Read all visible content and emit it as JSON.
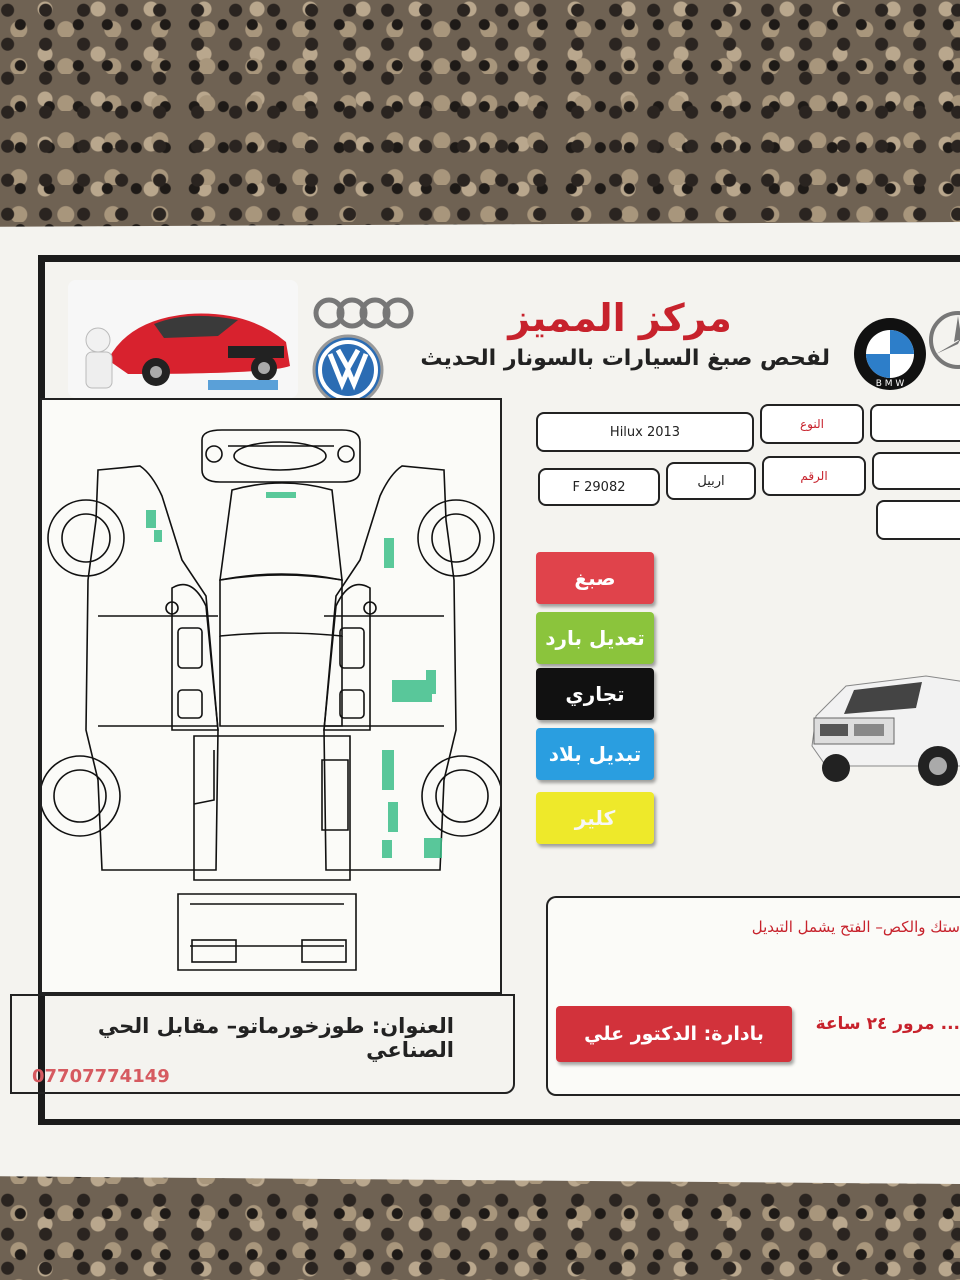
{
  "header": {
    "shop_name": "مركز المميز",
    "tagline": "لفحص صبغ السيارات بالسونار الحديث"
  },
  "fields": {
    "type_label": "النوع",
    "type_value": "Hilux 2013",
    "number_label": "الرقم",
    "plate_value": "F 29082",
    "city_value": "اربيل"
  },
  "legend": [
    {
      "label": "صبغ",
      "color": "#e0434b"
    },
    {
      "label": "تعديل بارد",
      "color": "#8bc43c"
    },
    {
      "label": "تجاري",
      "color": "#111111"
    },
    {
      "label": "تبديل بلاد",
      "color": "#2a9ee0"
    },
    {
      "label": "كلير",
      "color": "#eee92a"
    }
  ],
  "notes": {
    "line": "ستك والكص– الفتح يشمل التبديل",
    "manager": "بادارة: الدكتور علي",
    "validity": "... مرور ٢٤ ساعة"
  },
  "footer": {
    "address": "العنوان: طوزخورماتو– مقابل الحي الصناعي",
    "phone": "07707774149"
  },
  "colors": {
    "brand_red": "#c7222c",
    "marking_green": "#3dbf8a"
  }
}
